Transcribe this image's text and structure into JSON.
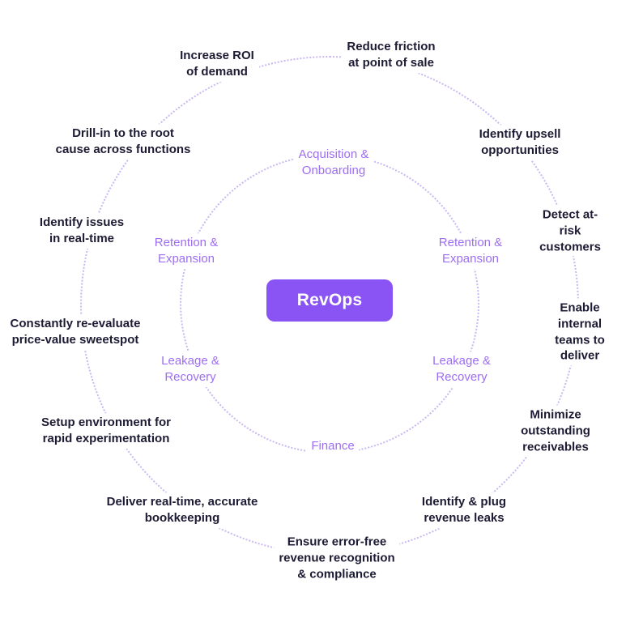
{
  "diagram_title": "RevOps ecosystem diagram",
  "center": {
    "label": "RevOps"
  },
  "colors": {
    "accent": "#8a53f3",
    "inner_label": "#9d6ef2",
    "outer_text": "#1d1b33",
    "ring": "#c9b8f2",
    "background": "#ffffff"
  },
  "inner_ring_labels": [
    {
      "id": "acquisition-onboarding",
      "text": "Acquisition &\nOnboarding"
    },
    {
      "id": "retention-expansion-left",
      "text": "Retention &\nExpansion"
    },
    {
      "id": "retention-expansion-right",
      "text": "Retention &\nExpansion"
    },
    {
      "id": "leakage-recovery-left",
      "text": "Leakage &\nRecovery"
    },
    {
      "id": "leakage-recovery-right",
      "text": "Leakage &\nRecovery"
    },
    {
      "id": "finance",
      "text": "Finance"
    }
  ],
  "outer_ring_labels": [
    {
      "id": "increase-roi",
      "text": "Increase ROI\nof demand"
    },
    {
      "id": "reduce-friction",
      "text": "Reduce friction\nat point of sale"
    },
    {
      "id": "identify-upsell",
      "text": "Identify upsell\nopportunities"
    },
    {
      "id": "detect-at-risk",
      "text": "Detect at-risk\ncustomers"
    },
    {
      "id": "enable-internal-teams",
      "text": "Enable internal\nteams to deliver"
    },
    {
      "id": "minimize-receivables",
      "text": "Minimize outstanding\nreceivables"
    },
    {
      "id": "identify-plug-leaks",
      "text": "Identify & plug\nrevenue leaks"
    },
    {
      "id": "error-free-recognition",
      "text": "Ensure error-free\nrevenue recognition\n& compliance"
    },
    {
      "id": "realtime-bookkeeping",
      "text": "Deliver real-time, accurate\nbookkeeping"
    },
    {
      "id": "rapid-experimentation",
      "text": "Setup environment for\nrapid experimentation"
    },
    {
      "id": "price-value-sweetspot",
      "text": "Constantly re-evaluate\nprice-value sweetspot"
    },
    {
      "id": "identify-issues",
      "text": "Identify issues\nin real-time"
    },
    {
      "id": "drill-in-root-cause",
      "text": "Drill-in to the root\ncause across functions"
    }
  ]
}
